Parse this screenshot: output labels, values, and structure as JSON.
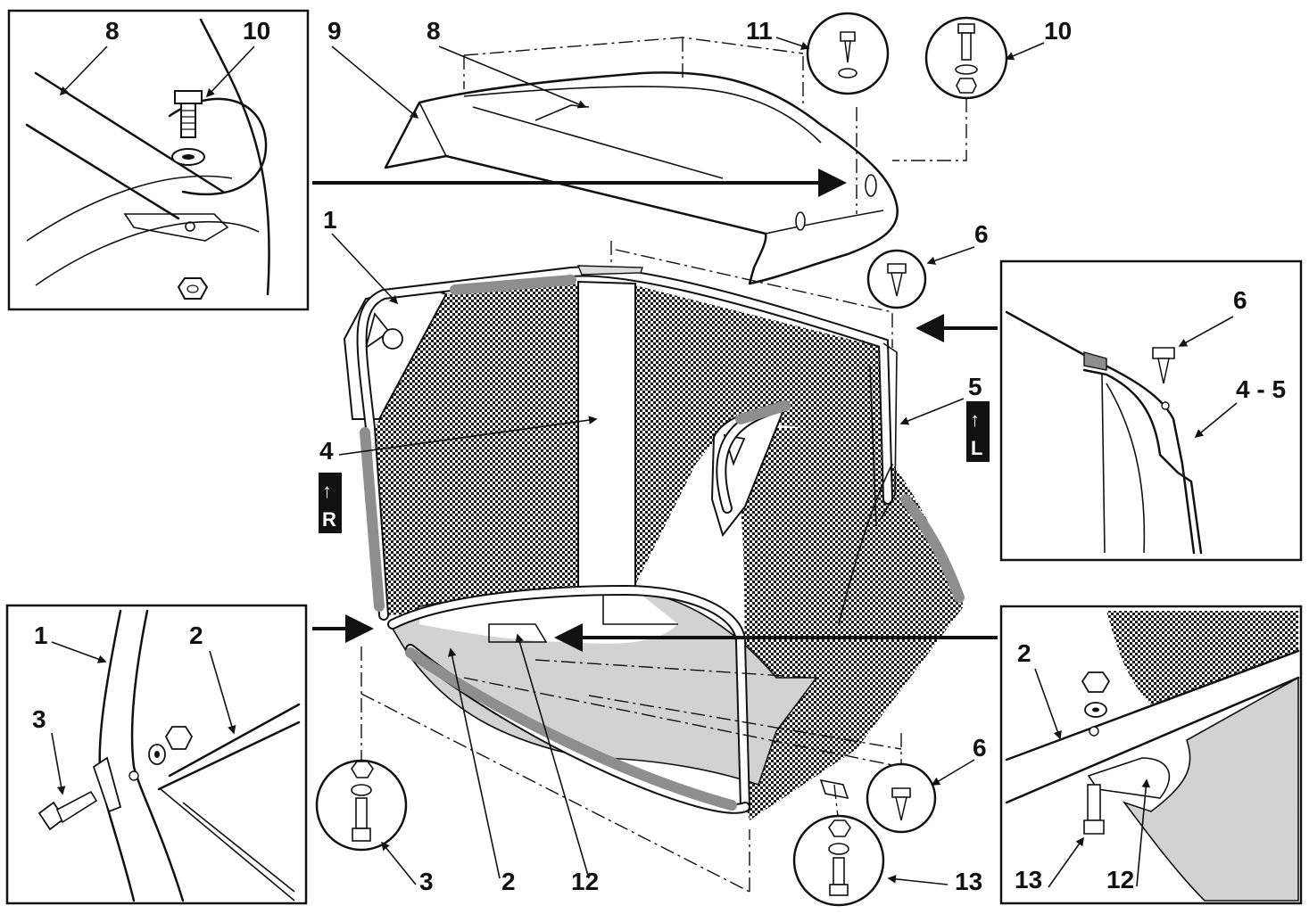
{
  "callouts": {
    "main": {
      "l1": "1",
      "l2": "2",
      "l3": "3",
      "l4": "4",
      "l5": "5",
      "l6a": "6",
      "l6b": "6",
      "l8": "8",
      "l9": "9",
      "l10": "10",
      "l11": "11",
      "l12": "12",
      "l13": "13"
    },
    "detail_top_left": {
      "l8": "8",
      "l10": "10"
    },
    "detail_mid_right": {
      "l6": "6",
      "l45": "4 - 5"
    },
    "detail_bottom_left": {
      "l1": "1",
      "l2": "2",
      "l3": "3"
    },
    "detail_bottom_right": {
      "l2": "2",
      "l13": "13",
      "l12": "12"
    }
  },
  "side_badges": {
    "right": {
      "arrow": "↑",
      "letter": "R"
    },
    "left": {
      "arrow": "↑",
      "letter": "L"
    }
  },
  "colors": {
    "ink": "#111111",
    "mesh_dark": "#1a1a1a",
    "grip_grey": "#8e8e8e",
    "floor_grey": "#d2d2d2"
  }
}
